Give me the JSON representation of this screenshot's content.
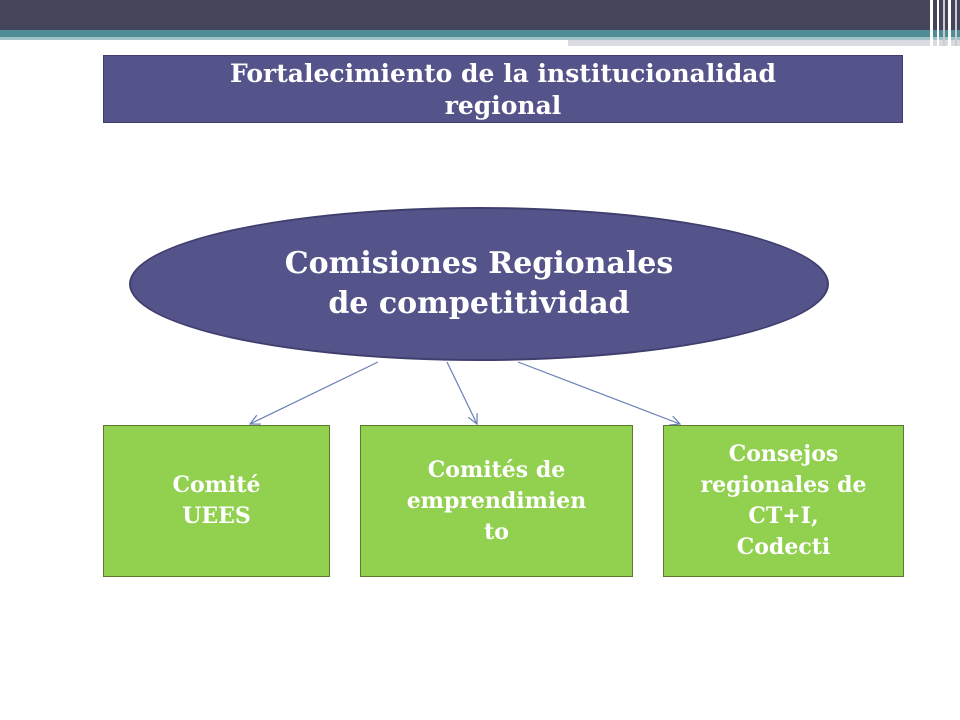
{
  "colors": {
    "banner_dark": "#44445a",
    "banner_teal": "#4f8d96",
    "purple": "#55548a",
    "green": "#92d050",
    "connector": "#6a7fb6"
  },
  "title": {
    "lines": [
      "Fortalecimiento de la institucionalidad",
      "regional"
    ]
  },
  "center": {
    "lines": [
      "Comisiones Regionales",
      "de competitividad"
    ]
  },
  "boxes": [
    {
      "lines": [
        "Comité",
        "UEES"
      ]
    },
    {
      "lines": [
        "Comités de",
        "emprendimien",
        "to"
      ]
    },
    {
      "lines": [
        "Consejos",
        "regionales de",
        "CT+I,",
        "Codecti"
      ]
    }
  ]
}
